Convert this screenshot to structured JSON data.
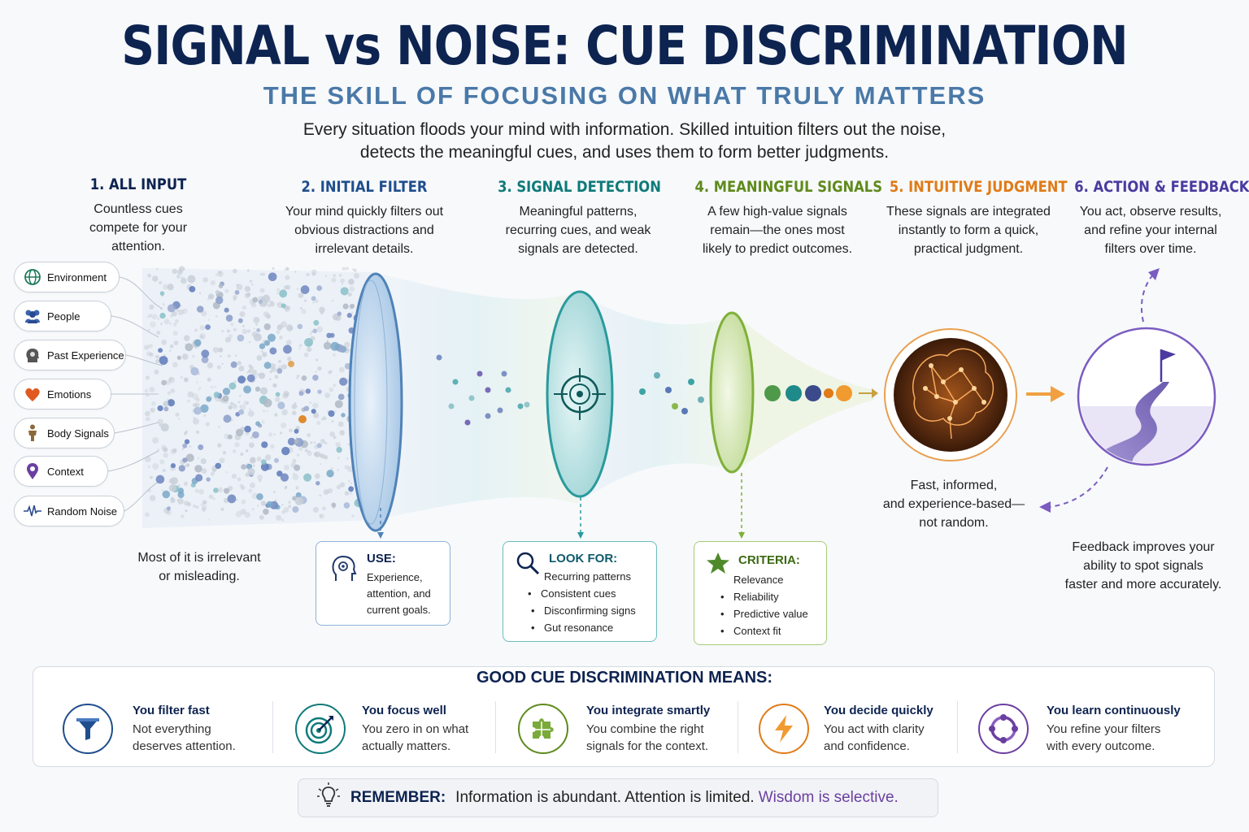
{
  "header": {
    "title": "SIGNAL vs NOISE: CUE DISCRIMINATION",
    "subtitle": "THE SKILL OF FOCUSING ON WHAT TRULY MATTERS",
    "intro_line1": "Every situation floods your mind with information. Skilled intuition filters out the noise,",
    "intro_line2": "detects the meaningful cues, and uses them to form better judgments."
  },
  "steps": [
    {
      "title": "1. ALL INPUT",
      "lines": [
        "Countless cues",
        "compete for your",
        "attention."
      ],
      "color": "#0d2350"
    },
    {
      "title": "2. INITIAL FILTER",
      "lines": [
        "Your mind quickly filters out",
        "obvious distractions and",
        "irrelevant details."
      ],
      "color": "#1f4e8c"
    },
    {
      "title": "3. SIGNAL DETECTION",
      "lines": [
        "Meaningful patterns,",
        "recurring cues, and weak",
        "signals are detected."
      ],
      "color": "#0f7a7a"
    },
    {
      "title": "4. MEANINGFUL SIGNALS",
      "lines": [
        "A few high-value signals",
        "remain—the ones most",
        "likely to predict outcomes."
      ],
      "color": "#5f8a1c"
    },
    {
      "title": "5. INTUITIVE JUDGMENT",
      "lines": [
        "These signals are integrated",
        "instantly to form a quick,",
        "practical judgment."
      ],
      "color": "#e07b18"
    },
    {
      "title": "6. ACTION & FEEDBACK",
      "lines": [
        "You act, observe results,",
        "and refine your internal",
        "filters over time."
      ],
      "color": "#4b3aa0"
    }
  ],
  "inputs": [
    {
      "label": "Environment",
      "icon": "globe-icon"
    },
    {
      "label": "People",
      "icon": "people-icon"
    },
    {
      "label": "Past Experience",
      "icon": "head-gear-icon"
    },
    {
      "label": "Emotions",
      "icon": "heart-icon"
    },
    {
      "label": "Body Signals",
      "icon": "person-icon"
    },
    {
      "label": "Context",
      "icon": "location-pin-icon"
    },
    {
      "label": "Random Noise",
      "icon": "pulse-icon"
    }
  ],
  "notes": {
    "irrelevant": [
      "Most of it is irrelevant",
      "or misleading."
    ],
    "judgment": [
      "Fast, informed,",
      "and experience-based—",
      "not random."
    ],
    "feedback": [
      "Feedback improves your",
      "ability to spot signals",
      "faster and more accurately."
    ]
  },
  "use_box": {
    "label": "USE:",
    "lines": [
      "Experience,",
      "attention, and",
      "current goals."
    ]
  },
  "look_box": {
    "label": "LOOK FOR:",
    "items": [
      "Recurring patterns",
      "Consistent cues",
      "Disconfirming signs",
      "Gut resonance"
    ]
  },
  "criteria_box": {
    "label": "CRITERIA:",
    "items": [
      "Relevance",
      "Reliability",
      "Predictive value",
      "Context fit"
    ]
  },
  "means": {
    "title": "GOOD CUE DISCRIMINATION MEANS:",
    "items": [
      {
        "title": "You filter fast",
        "lines": [
          "Not everything",
          "deserves attention."
        ],
        "icon": "funnel-icon",
        "color": "#1f4e8c"
      },
      {
        "title": "You focus well",
        "lines": [
          "You zero in on what",
          "actually matters."
        ],
        "icon": "target-arrow-icon",
        "color": "#0f7a7a"
      },
      {
        "title": "You integrate smartly",
        "lines": [
          "You combine the right",
          "signals for the context."
        ],
        "icon": "puzzle-icon",
        "color": "#5f8a1c"
      },
      {
        "title": "You decide quickly",
        "lines": [
          "You act with clarity",
          "and confidence."
        ],
        "icon": "lightning-icon",
        "color": "#e07b18"
      },
      {
        "title": "You learn continuously",
        "lines": [
          "You refine your filters",
          "with every outcome."
        ],
        "icon": "cycle-icon",
        "color": "#6b3fa0"
      }
    ]
  },
  "remember": {
    "key": "REMEMBER:",
    "text": "Information is abundant. Attention is limited.",
    "wisdom": "Wisdom is selective."
  },
  "colors": {
    "navy": "#0d2350",
    "blue": "#1f4e8c",
    "teal": "#0f7a7a",
    "green": "#5f8a1c",
    "orange": "#e07b18",
    "purple": "#6b3fa0"
  }
}
